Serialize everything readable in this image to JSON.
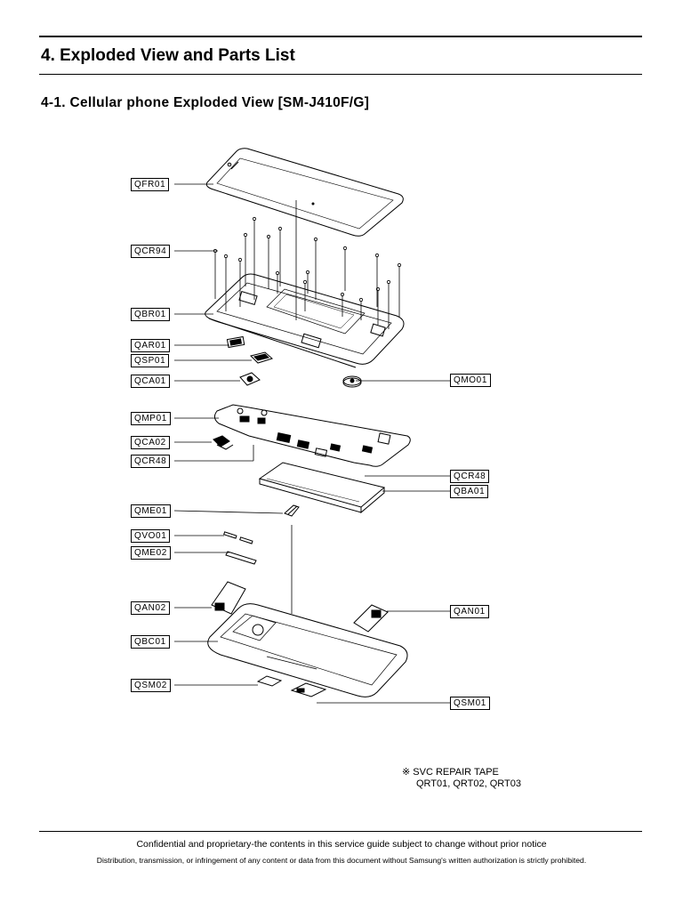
{
  "header": {
    "page_title": "4. Exploded View and Parts List",
    "section_title": "4-1. Cellular phone Exploded View [SM-J410F/G]"
  },
  "diagram": {
    "labels": {
      "qfr01": "QFR01",
      "qcr94": "QCR94",
      "qbr01": "QBR01",
      "qar01": "QAR01",
      "qsp01": "QSP01",
      "qca01": "QCA01",
      "qmo01": "QMO01",
      "qmp01": "QMP01",
      "qca02": "QCA02",
      "qcr48_left": "QCR48",
      "qcr48_right": "QCR48",
      "qba01": "QBA01",
      "qme01": "QME01",
      "qvo01": "QVO01",
      "qme02": "QME02",
      "qan02": "QAN02",
      "qan01": "QAN01",
      "qbc01": "QBC01",
      "qsm02": "QSM02",
      "qsm01": "QSM01"
    }
  },
  "note": {
    "symbol": "※",
    "line1": "SVC REPAIR TAPE",
    "line2": "QRT01, QRT02, QRT03"
  },
  "footer": {
    "line1": "Confidential and proprietary-the contents in this service guide subject to change without prior notice",
    "line2": "Distribution, transmission, or infringement of any content or data from this document without Samsung's written authorization is strictly prohibited."
  }
}
